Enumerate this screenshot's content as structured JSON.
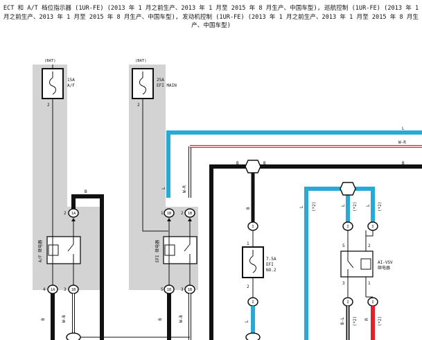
{
  "title_line_1": "ECT 和 A/T 档位指示器 (1UR-FE) (2013 年 1 月之前生产、2013 年 1 月至 2015 年 8 月生产、中国车型), 巡航控制 (1UR-FE) (2013 年 1",
  "title_line_2": "月之前生产、2013 年 1 月至 2015 年 8 月生产、中国车型), 发动机控制 (1UR-FE) (2013 年 1 月之前生产、2013 年 1 月至 2015 年 8 月生",
  "title_line_3": "产、中国车型)",
  "fuse_15a": {
    "source": "(BAT)",
    "rating": "15A",
    "name": "A/F",
    "pin": "2"
  },
  "fuse_25a": {
    "source": "(BAT)",
    "rating": "25A",
    "name": "EFI MAIN",
    "pin": "2"
  },
  "fuse_7_5a": {
    "rating": "7.5A",
    "name_1": "EFI",
    "name_2": "NO.2",
    "pin_top": "1",
    "pin_bottom": "2"
  },
  "relay_af": {
    "label": "A/F 继电器",
    "conn_top_left": "1A",
    "conn_top_right": "1A",
    "conn_bottom_left": "1A",
    "conn_bottom_right": "1B",
    "pin_top": "2",
    "pin_bottom_left": "4",
    "pin_bottom_right": "3"
  },
  "relay_efi": {
    "label": "EFI 继电器",
    "conn_top_left": "1B",
    "conn_top_right": "1B",
    "conn_bottom_left": "1B",
    "conn_bottom_right": "1B",
    "pin_top_left": "1",
    "pin_top_right": "2",
    "pin_bottom_left": "5",
    "pin_bottom_right": "3"
  },
  "relay_aivsv": {
    "label_1": "AI-VSV",
    "label_2": "继电器",
    "pin_top_left": "5",
    "pin_top_right": "2",
    "pin_bottom_left": "3",
    "pin_bottom_right": "1"
  },
  "connector_generic": "I",
  "wire_labels": {
    "L": "L",
    "W_R": "W-R",
    "B": "B",
    "W_B": "W-B",
    "L_star2": "(*2)",
    "B_L": "B-L",
    "R": "R",
    "star2": "(*2)"
  },
  "colors": {
    "blue_wire": "#29a9d6",
    "red_wire": "#e0202a",
    "black_wire": "#111111",
    "shade": "#d3d3d3"
  }
}
